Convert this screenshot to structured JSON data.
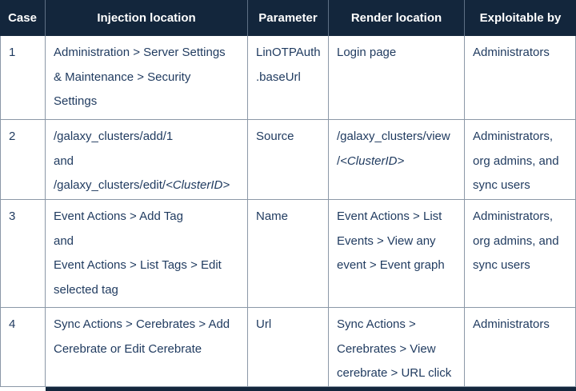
{
  "colors": {
    "header_bg": "#13263C",
    "body_text": "#1F3A5F",
    "border": "#8B98A7",
    "header_divider": "#5E7085"
  },
  "table": {
    "columns": [
      "Case",
      "Injection location",
      "Parameter",
      "Render location",
      "Exploitable by"
    ],
    "rows": [
      {
        "cells": [
          [
            [
              "1"
            ]
          ],
          [
            [
              "Administration > Server Settings"
            ],
            [
              "& Maintenance > Security"
            ],
            [
              "Settings"
            ]
          ],
          [
            [
              "LinOTPAuth"
            ],
            [
              ".baseUrl"
            ]
          ],
          [
            [
              "Login page"
            ]
          ],
          [
            [
              "Administrators"
            ]
          ]
        ]
      },
      {
        "cells": [
          [
            [
              "2"
            ]
          ],
          [
            [
              "/galaxy_clusters/add/1"
            ],
            [
              "and"
            ],
            [
              "/galaxy_clusters/edit/",
              {
                "t": "<ClusterID>",
                "i": true
              }
            ]
          ],
          [
            [
              "Source"
            ]
          ],
          [
            [
              "/galaxy_clusters/view"
            ],
            [
              "/",
              {
                "t": "<ClusterID>",
                "i": true
              }
            ]
          ],
          [
            [
              "Administrators,"
            ],
            [
              "org admins, and"
            ],
            [
              "sync users"
            ]
          ]
        ]
      },
      {
        "cells": [
          [
            [
              "3"
            ]
          ],
          [
            [
              "Event Actions > Add Tag"
            ],
            [
              "and"
            ],
            [
              "Event Actions > List Tags > Edit"
            ],
            [
              "selected tag"
            ]
          ],
          [
            [
              "Name"
            ]
          ],
          [
            [
              "Event Actions > List"
            ],
            [
              "Events > View any"
            ],
            [
              "event > Event graph"
            ]
          ],
          [
            [
              "Administrators,"
            ],
            [
              "org admins, and"
            ],
            [
              "sync users"
            ]
          ]
        ]
      },
      {
        "cells": [
          [
            [
              "4"
            ]
          ],
          [
            [
              "Sync Actions > Cerebrates > Add"
            ],
            [
              "Cerebrate or Edit Cerebrate"
            ]
          ],
          [
            [
              "Url"
            ]
          ],
          [
            [
              "Sync Actions >"
            ],
            [
              "Cerebrates > View"
            ],
            [
              "cerebrate > URL click"
            ]
          ],
          [
            [
              "Administrators"
            ]
          ]
        ]
      }
    ]
  }
}
